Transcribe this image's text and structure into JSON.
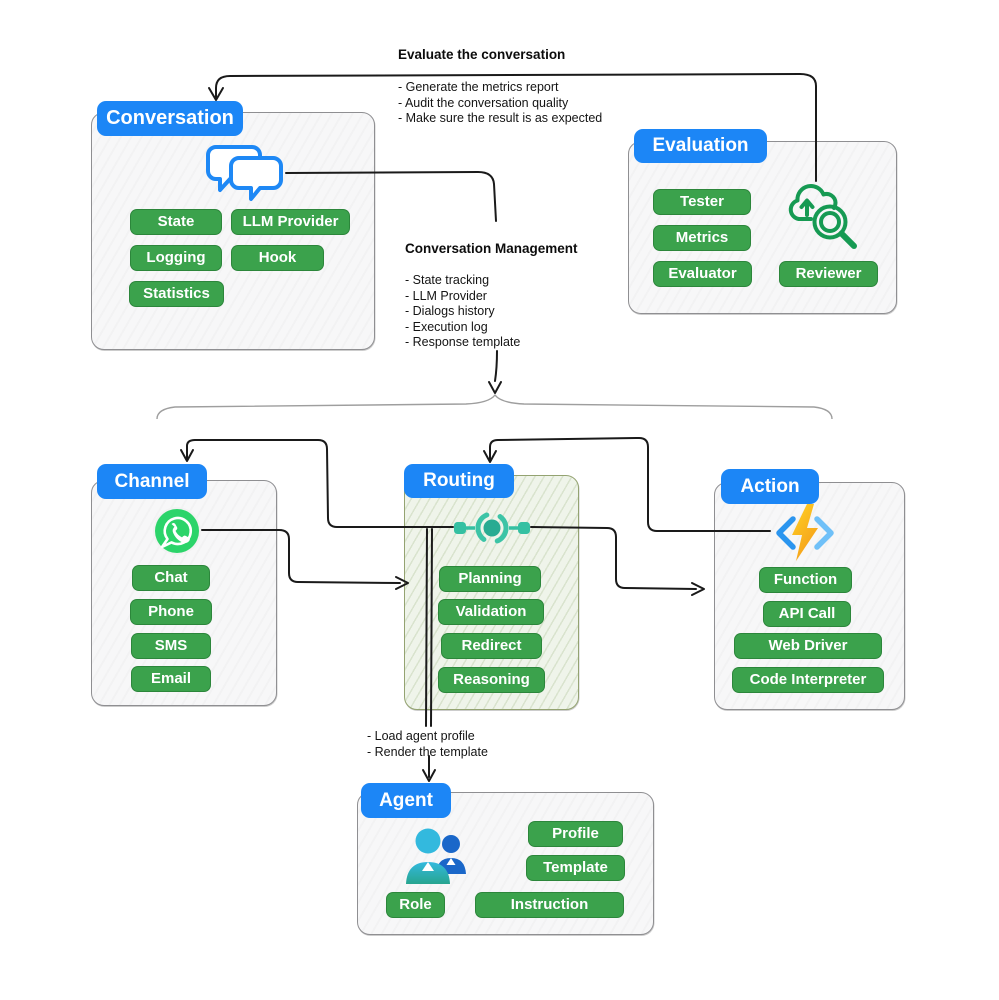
{
  "colors": {
    "chip_blue": "#1c86f6",
    "pill_green": "#3ba24c",
    "routing_teal": "#35c0a2",
    "whatsapp_green": "#2cd46a",
    "eval_icon_green": "#169a53",
    "bolt_orange": "#f9a825",
    "bracket_blue": "#2b95ef"
  },
  "annotations": {
    "evaluate": {
      "title": "Evaluate the conversation",
      "items": [
        "- Generate the metrics report",
        "- Audit the conversation quality",
        "- Make sure the result is as expected"
      ]
    },
    "management": {
      "title": "Conversation Management",
      "items": [
        "- State tracking",
        "- LLM Provider",
        "- Dialogs history",
        "- Execution log",
        "- Response template"
      ]
    },
    "agent": {
      "items": [
        "- Load agent profile",
        "- Render the template"
      ]
    }
  },
  "nodes": {
    "conversation": {
      "title": "Conversation",
      "icon": "chat-bubbles-icon",
      "tags": [
        "State",
        "LLM Provider",
        "Logging",
        "Hook",
        "Statistics"
      ]
    },
    "evaluation": {
      "title": "Evaluation",
      "icon": "cloud-search-icon",
      "tags": [
        "Tester",
        "Metrics",
        "Evaluator",
        "Reviewer"
      ]
    },
    "channel": {
      "title": "Channel",
      "icon": "whatsapp-icon",
      "tags": [
        "Chat",
        "Phone",
        "SMS",
        "Email"
      ]
    },
    "routing": {
      "title": "Routing",
      "icon": "router-hub-icon",
      "tags": [
        "Planning",
        "Validation",
        "Redirect",
        "Reasoning"
      ]
    },
    "action": {
      "title": "Action",
      "icon": "function-lightning-icon",
      "tags": [
        "Function",
        "API Call",
        "Web Driver",
        "Code Interpreter"
      ]
    },
    "agent": {
      "title": "Agent",
      "icon": "team-people-icon",
      "tags": [
        "Profile",
        "Template",
        "Role",
        "Instruction"
      ]
    }
  }
}
